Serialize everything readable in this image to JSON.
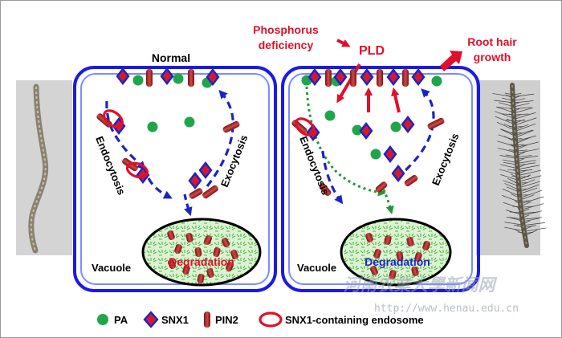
{
  "title": "Normal",
  "left_cell": {
    "endocytosis": "Endocytosis",
    "exocytosis": "Exocytosis",
    "vacuole": "Vacuole",
    "degradation": "Degradation"
  },
  "right_cell": {
    "phosphorus_deficiency_line1": "Phosphorus",
    "phosphorus_deficiency_line2": "deficiency",
    "pld": "PLD",
    "root_hair_line1": "Root hair",
    "root_hair_line2": "growth",
    "endocytosis": "Endocytosis",
    "exocytosis": "Exocytosis",
    "vacuole": "Vacuole",
    "degradation": "Degradation"
  },
  "legend": {
    "pa": "PA",
    "snx1": "SNX1",
    "pin2": "PIN2",
    "endosome": "SNX1-containing endosome"
  },
  "watermark": {
    "text": "河南农業大學新闻网",
    "url": "http://www.henau.edu.cn"
  },
  "colors": {
    "membrane": "#1a1ae6",
    "membrane_inner": "#7a8cff",
    "pa": "#1fa64a",
    "snx1_fill": "#d01b2e",
    "snx1_edge": "#1c22c8",
    "pin2": "#b22a2a",
    "endosome": "#e0102a",
    "arrow_red": "#e0102a",
    "arrow_blue": "#1c22c8",
    "arrow_green": "#1f9a3a",
    "label_red": "#e0102a",
    "degradation_blue": "#1c22c8",
    "vacuole_fill": "#ddf2d2",
    "vacuole_pattern": "#4cb84c"
  }
}
